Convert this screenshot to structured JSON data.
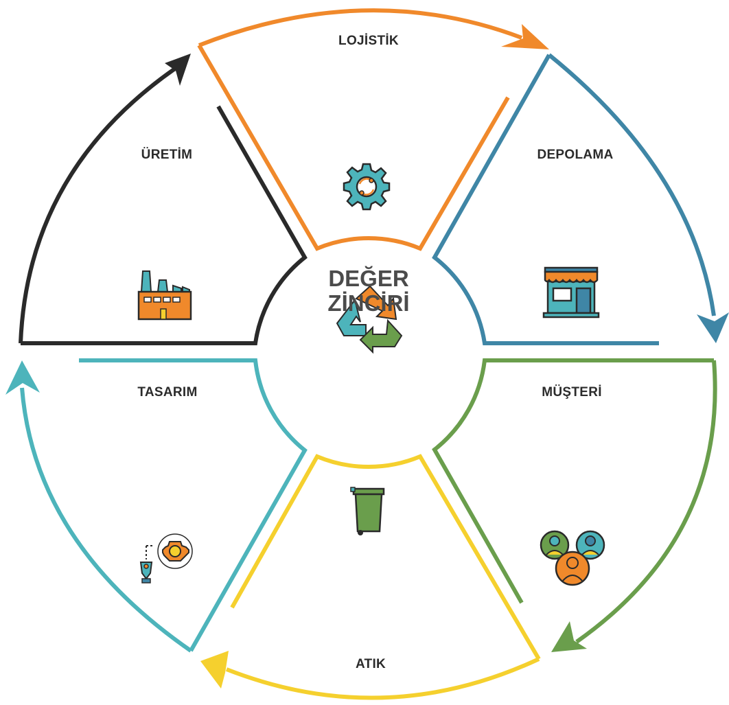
{
  "center": {
    "title_line1": "DEĞER",
    "title_line2": "ZİNCİRİ",
    "icon": "recycle-icon"
  },
  "segments": [
    {
      "id": "lojistik",
      "label": "LOJİSTİK",
      "color": "#F0892B",
      "icon": "gear-icon"
    },
    {
      "id": "depolama",
      "label": "DEPOLAMA",
      "color": "#3F86A6",
      "icon": "store-icon"
    },
    {
      "id": "musteri",
      "label": "MÜŞTERİ",
      "color": "#6A9E4C",
      "icon": "customers-icon"
    },
    {
      "id": "atik",
      "label": "ATIK",
      "color": "#F5D02E",
      "icon": "trash-bin-icon"
    },
    {
      "id": "tasarim",
      "label": "TASARIM",
      "color": "#4DB4BB",
      "icon": "design-pen-gear-icon"
    },
    {
      "id": "uretim",
      "label": "ÜRETİM",
      "color": "#2A2A2A",
      "icon": "factory-icon"
    }
  ]
}
